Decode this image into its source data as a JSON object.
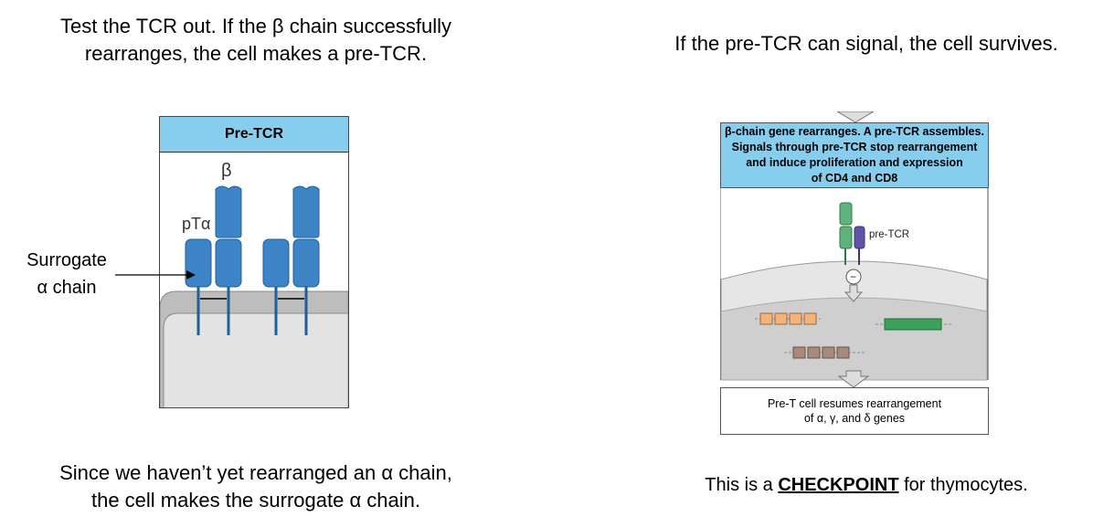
{
  "left": {
    "caption_line1": "Test the TCR out. If the β chain successfully",
    "caption_line2": "rearranges, the cell makes a pre-TCR.",
    "panel_title": "Pre-TCR",
    "beta_label": "β",
    "pta_label": "pTα",
    "surrogate_line1": "Surrogate",
    "surrogate_line2": "α chain",
    "bottom_line1": "Since we haven’t yet rearranged an α chain,",
    "bottom_line2": "the cell makes the surrogate α chain."
  },
  "right": {
    "caption": "If the pre-TCR can signal, the cell survives.",
    "box_line1": "β-chain gene rearranges. A pre-TCR assembles.",
    "box_line2": "Signals through pre-TCR stop rearrangement",
    "box_line3": "and induce proliferation and expression",
    "box_line4": "of CD4 and CD8",
    "pretcr_label": "pre-TCR",
    "inhibit_symbol": "−",
    "bottom_box_line1": "Pre-T cell resumes rearrangement",
    "bottom_box_line2": "of α, γ, and δ genes",
    "checkpoint_pre": "This is a ",
    "checkpoint_word": "CHECKPOINT",
    "checkpoint_post": " for thymocytes."
  },
  "colors": {
    "panel_blue": "#87ceee",
    "chain_blue": "#3d85c6",
    "membrane_gray": "#bdbdbd",
    "cell_gray": "#e3e3e3",
    "green": "#5fb27a",
    "purple": "#5e55a8",
    "orange_segment": "#f4b37a",
    "brown_segment": "#a88a7c",
    "green_gene": "#3aa05a"
  }
}
